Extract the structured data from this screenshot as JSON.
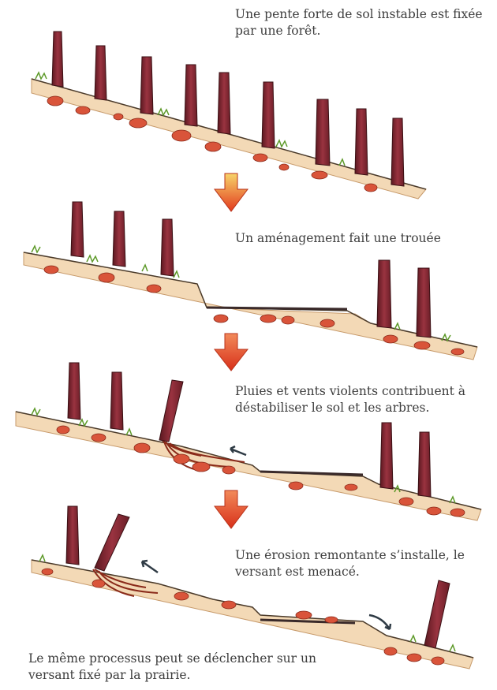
{
  "captions": {
    "step1": "Une pente forte de sol instable est fixée par une forêt.",
    "step2": "Un aménagement fait une trouée",
    "step3": "Pluies et vents violents contribuent à déstabiliser le sol et les arbres.",
    "step4": "Une érosion remontante s’installe, le versant est menacé.",
    "note": "Le même processus peut se déclencher sur un versant fixé par la prairie."
  },
  "colors": {
    "trunk": "#8e2a33",
    "trunk_dark": "#5a1820",
    "soil": "#f3d9b6",
    "soil_edge": "#c79a6b",
    "stone": "#d9543a",
    "grass": "#5e9a2a",
    "arrow_top": "#f7d46a",
    "arrow_bottom": "#e23a1e",
    "flow_arrow": "#2f3b45"
  }
}
